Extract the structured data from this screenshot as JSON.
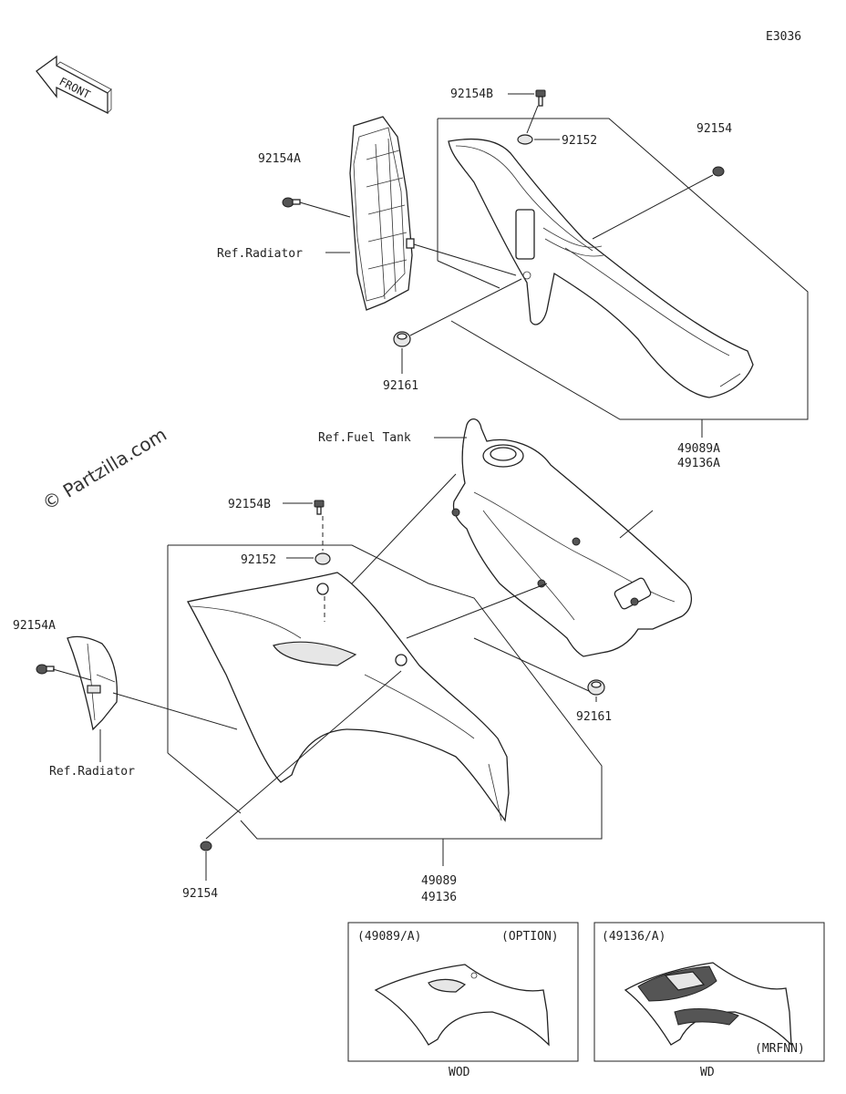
{
  "diagram_code": "E3036",
  "front_label": "FRONT",
  "watermark": "© Partzilla.com",
  "callouts": {
    "bolt_b_top": "92154B",
    "washer_top": "92152",
    "bolt_a_top": "92154A",
    "bolt_top_right": "92154",
    "ref_radiator_top": "Ref.Radiator",
    "grommet_top": "92161",
    "part_top_1": "49089A",
    "part_top_2": "49136A",
    "ref_fuel_tank": "Ref.Fuel Tank",
    "bolt_b_mid": "92154B",
    "washer_mid": "92152",
    "bolt_a_left": "92154A",
    "ref_radiator_left": "Ref.Radiator",
    "grommet_right": "92161",
    "bolt_bottom": "92154",
    "part_bottom_1": "49089",
    "part_bottom_2": "49136"
  },
  "insets": [
    {
      "code": "(49089/A)",
      "note": "(OPTION)",
      "caption": "WOD"
    },
    {
      "code": "(49136/A)",
      "note": "(MRFNN)",
      "caption": "WD"
    }
  ]
}
